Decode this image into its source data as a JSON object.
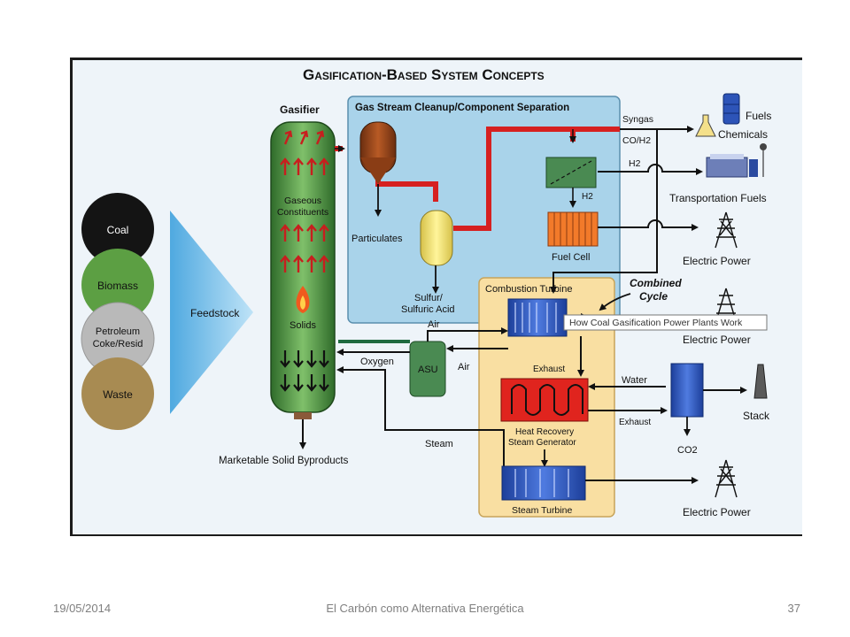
{
  "diagram": {
    "title": "Gasification-Based System Concepts",
    "feedstock": {
      "label": "Feedstock",
      "items": [
        {
          "name": "Coal",
          "color": "#141414",
          "text_color": "#ffffff"
        },
        {
          "name": "Biomass",
          "color": "#5c9f43",
          "text_color": "#111111"
        },
        {
          "name": "Petroleum Coke/Resid",
          "line1": "Petroleum",
          "line2": "Coke/Resid",
          "color": "#b9b9b9",
          "text_color": "#111111"
        },
        {
          "name": "Waste",
          "color": "#a88b52",
          "text_color": "#111111"
        }
      ]
    },
    "gasifier": {
      "title": "Gasifier",
      "gaseous_line1": "Gaseous",
      "gaseous_line2": "Constituents",
      "solids": "Solids"
    },
    "cleanup": {
      "title": "Gas Stream Cleanup/Component Separation",
      "particulates": "Particulates",
      "sulfur_line1": "Sulfur/",
      "sulfur_line2": "Sulfuric Acid",
      "h2_inner": "H2"
    },
    "streams": {
      "syngas": "Syngas",
      "co_h2": "CO/H2",
      "h2": "H2",
      "air_top": "Air",
      "air_right": "Air",
      "oxygen": "Oxygen",
      "asu": "ASU",
      "steam": "Steam",
      "water": "Water",
      "exhaust_top": "Exhaust",
      "exhaust_right": "Exhaust",
      "co2": "CO2"
    },
    "power_block": {
      "combustion_turbine": "Combustion Turbine",
      "combined_line1": "Combined",
      "combined_line2": "Cycle",
      "hrsg_line1": "Heat Recovery",
      "hrsg_line2": "Steam Generator",
      "steam_turbine": "Steam Turbine",
      "fuel_cell": "Fuel Cell"
    },
    "outputs": {
      "fuels": "Fuels",
      "chemicals": "Chemicals",
      "transportation_fuels": "Transportation Fuels",
      "electric_power_1": "Electric Power",
      "electric_power_2": "Electric Power",
      "electric_power_3": "Electric Power",
      "stack": "Stack"
    },
    "byproducts": "Marketable Solid Byproducts",
    "tooltip": "How Coal Gasification Power Plants Work"
  },
  "footer": {
    "date": "19/05/2014",
    "title": "El Carbón como Alternativa Energética",
    "page": "37"
  }
}
